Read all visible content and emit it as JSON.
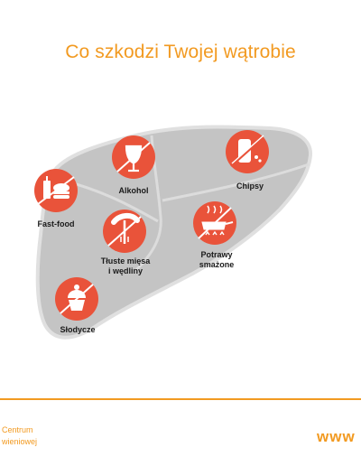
{
  "title": "Co szkodzi Twojej wątrobie",
  "items": [
    {
      "label": "Fast-food",
      "icon": "burger-soda-icon"
    },
    {
      "label": "Alkohol",
      "icon": "wine-glass-icon"
    },
    {
      "label": "Chipsy",
      "icon": "chips-can-icon"
    },
    {
      "label": "Tłuste mięsa\ni wędliny",
      "icon": "sausage-fork-icon"
    },
    {
      "label": "Potrawy\nsmażone",
      "icon": "frying-pan-icon"
    },
    {
      "label": "Słodycze",
      "icon": "cupcake-icon"
    }
  ],
  "footer": {
    "left_line1": "Centrum",
    "left_line2": "wieniowej",
    "right": "www"
  },
  "colors": {
    "accent": "#f29a21",
    "badge": "#e9533a",
    "liver_fill": "#c4c4c4",
    "liver_stroke": "#d9d9d9"
  }
}
